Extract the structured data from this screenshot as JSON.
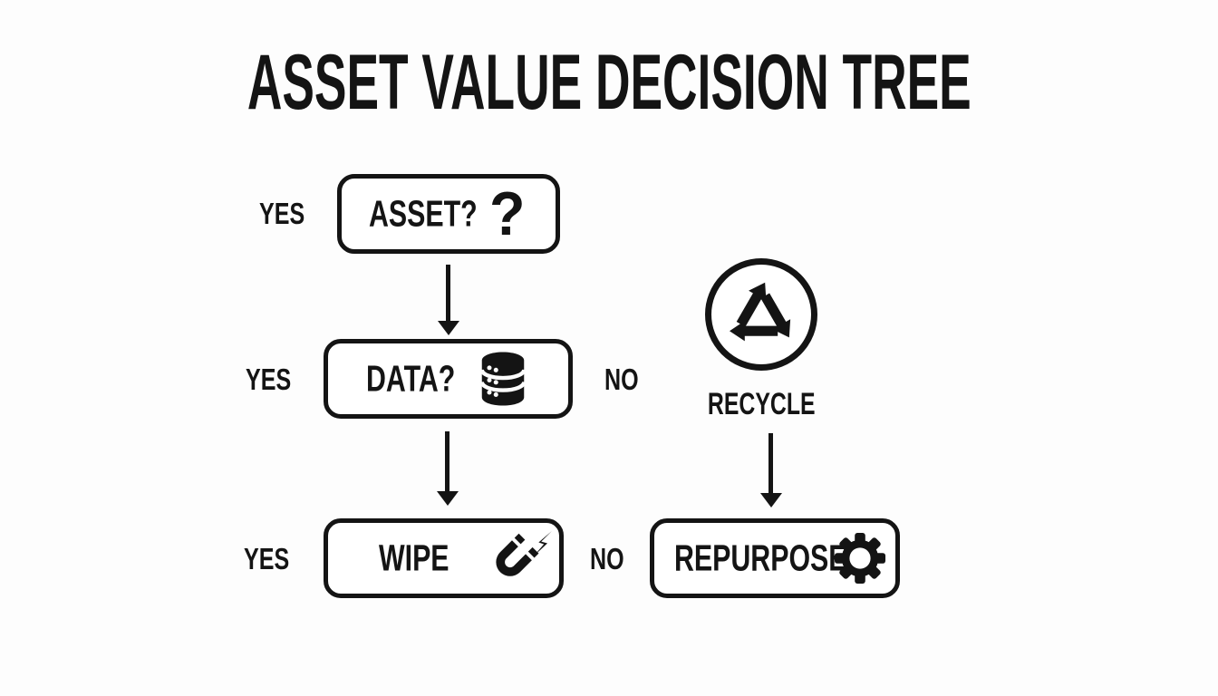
{
  "title": "ASSET VALUE DECISION TREE",
  "colors": {
    "ink": "#141414",
    "background": "#fdfdfd",
    "node_fill": "#ffffff"
  },
  "tree": {
    "nodes": {
      "asset": {
        "label": "ASSET?",
        "icon": "question-mark",
        "icon_glyph": "?"
      },
      "data": {
        "label": "DATA?",
        "icon": "database"
      },
      "wipe": {
        "label": "WIPE",
        "icon": "magnet"
      },
      "recycle": {
        "label": "RECYCLE",
        "icon": "recycle"
      },
      "repurpose": {
        "label": "REPURPOSE",
        "icon": "gear"
      }
    },
    "branch_labels": {
      "asset_yes": "YES",
      "data_yes": "YES",
      "data_no": "NO",
      "wipe_yes": "YES",
      "wipe_no": "NO"
    },
    "edges": [
      {
        "from": "asset",
        "to": "data",
        "type": "arrow-down"
      },
      {
        "from": "data",
        "to": "wipe",
        "type": "arrow-down"
      },
      {
        "from": "recycle",
        "to": "repurpose",
        "type": "arrow-down"
      }
    ]
  }
}
